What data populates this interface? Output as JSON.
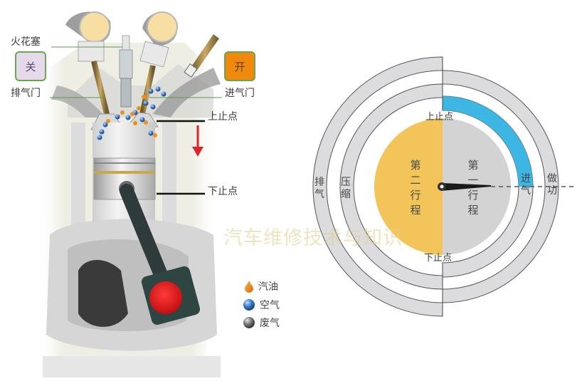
{
  "engine": {
    "labels": {
      "spark_plug": "火花塞",
      "exhaust_valve": "排气门",
      "intake_valve": "进气门",
      "tdc": "上止点",
      "bdc": "下止点"
    },
    "exhaust_valve_state": {
      "label": "关",
      "bg": "#e6d9ec",
      "border": "#6aa84f"
    },
    "intake_valve_state": {
      "label": "开",
      "bg": "#ef8a0e",
      "border": "#6aa84f"
    },
    "piston_direction": "down",
    "arrow_color": "#d9262a"
  },
  "legend": {
    "items": [
      {
        "icon": "fuel-drop-icon",
        "label": "汽油",
        "color": "#e8870f"
      },
      {
        "icon": "air-ball-icon",
        "label": "空气",
        "color": "#2f6fc0"
      },
      {
        "icon": "exhaust-ball-icon",
        "label": "废气",
        "color": "#6b6b6b"
      }
    ]
  },
  "dial": {
    "tdc": "上止点",
    "bdc": "下止点",
    "first_stroke": "第一行程",
    "second_stroke": "第二行程",
    "phases": {
      "intake": "进气",
      "compression": "压缩",
      "power": "做功",
      "exhaust": "排气"
    },
    "active_phase": "intake",
    "colors": {
      "active": "#3db6e3",
      "ring": "#d9d9db",
      "second_stroke_fill": "#f2c45a",
      "first_stroke_fill": "#d3d3d3"
    }
  },
  "watermark": "汽车维修技术与知识"
}
